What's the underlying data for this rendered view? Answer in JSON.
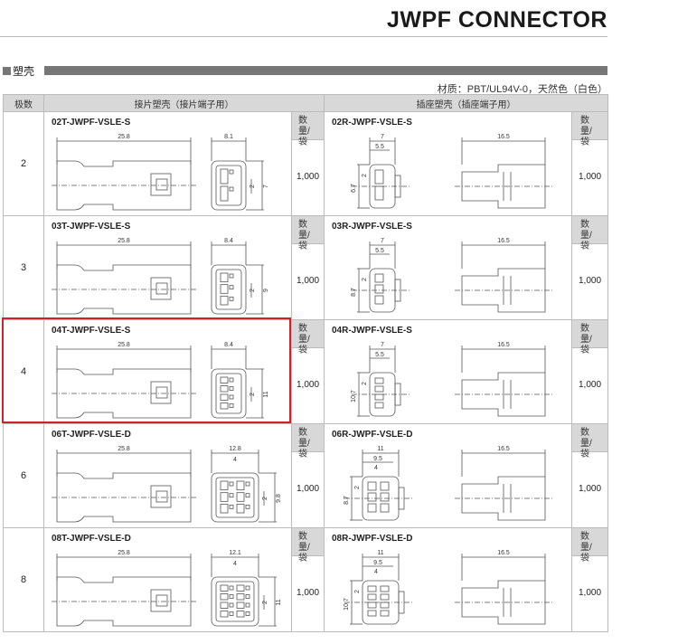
{
  "title": "JWPF CONNECTOR",
  "section": "塑壳",
  "material": "材质：PBT/UL94V-0，天然色（白色）",
  "headers": {
    "poles": "极数",
    "plug": "接片塑壳（接片端子用）",
    "receptacle": "插座塑壳（插座端子用）",
    "qty": "数量/袋"
  },
  "highlight_color": "#d0202a",
  "rows": [
    {
      "poles": "2",
      "plug": {
        "part": "02T-JWPF-VSLE-S",
        "dims": [
          "25.8",
          "8.1",
          "2",
          "7"
        ]
      },
      "plug_qty": "1,000",
      "rec": {
        "part": "02R-JWPF-VSLE-S",
        "dims": [
          "7",
          "5.5",
          "6.7",
          "2",
          "16.5"
        ]
      },
      "rec_qty": "1,000"
    },
    {
      "poles": "3",
      "plug": {
        "part": "03T-JWPF-VSLE-S",
        "dims": [
          "25.8",
          "8.4",
          "2",
          "9"
        ]
      },
      "plug_qty": "1,000",
      "rec": {
        "part": "03R-JWPF-VSLE-S",
        "dims": [
          "7",
          "5.5",
          "8.7",
          "2",
          "16.5"
        ]
      },
      "rec_qty": "1,000"
    },
    {
      "poles": "4",
      "plug": {
        "part": "04T-JWPF-VSLE-S",
        "dims": [
          "25.8",
          "8.4",
          "2",
          "11"
        ]
      },
      "plug_qty": "1,000",
      "rec": {
        "part": "04R-JWPF-VSLE-S",
        "dims": [
          "7",
          "5.5",
          "10.7",
          "2",
          "16.5"
        ]
      },
      "rec_qty": "1,000",
      "highlighted": true
    },
    {
      "poles": "6",
      "plug": {
        "part": "06T-JWPF-VSLE-D",
        "dims": [
          "25.8",
          "12.8",
          "2",
          "9.8",
          "4"
        ]
      },
      "plug_qty": "1,000",
      "rec": {
        "part": "06R-JWPF-VSLE-D",
        "dims": [
          "11",
          "9.5",
          "8.7",
          "2",
          "16.5",
          "4"
        ]
      },
      "rec_qty": "1,000"
    },
    {
      "poles": "8",
      "plug": {
        "part": "08T-JWPF-VSLE-D",
        "dims": [
          "25.8",
          "12.1",
          "2",
          "11",
          "4"
        ]
      },
      "plug_qty": "1,000",
      "rec": {
        "part": "08R-JWPF-VSLE-D",
        "dims": [
          "11",
          "9.5",
          "10.7",
          "2",
          "16.5",
          "4"
        ]
      },
      "rec_qty": "1,000"
    }
  ]
}
